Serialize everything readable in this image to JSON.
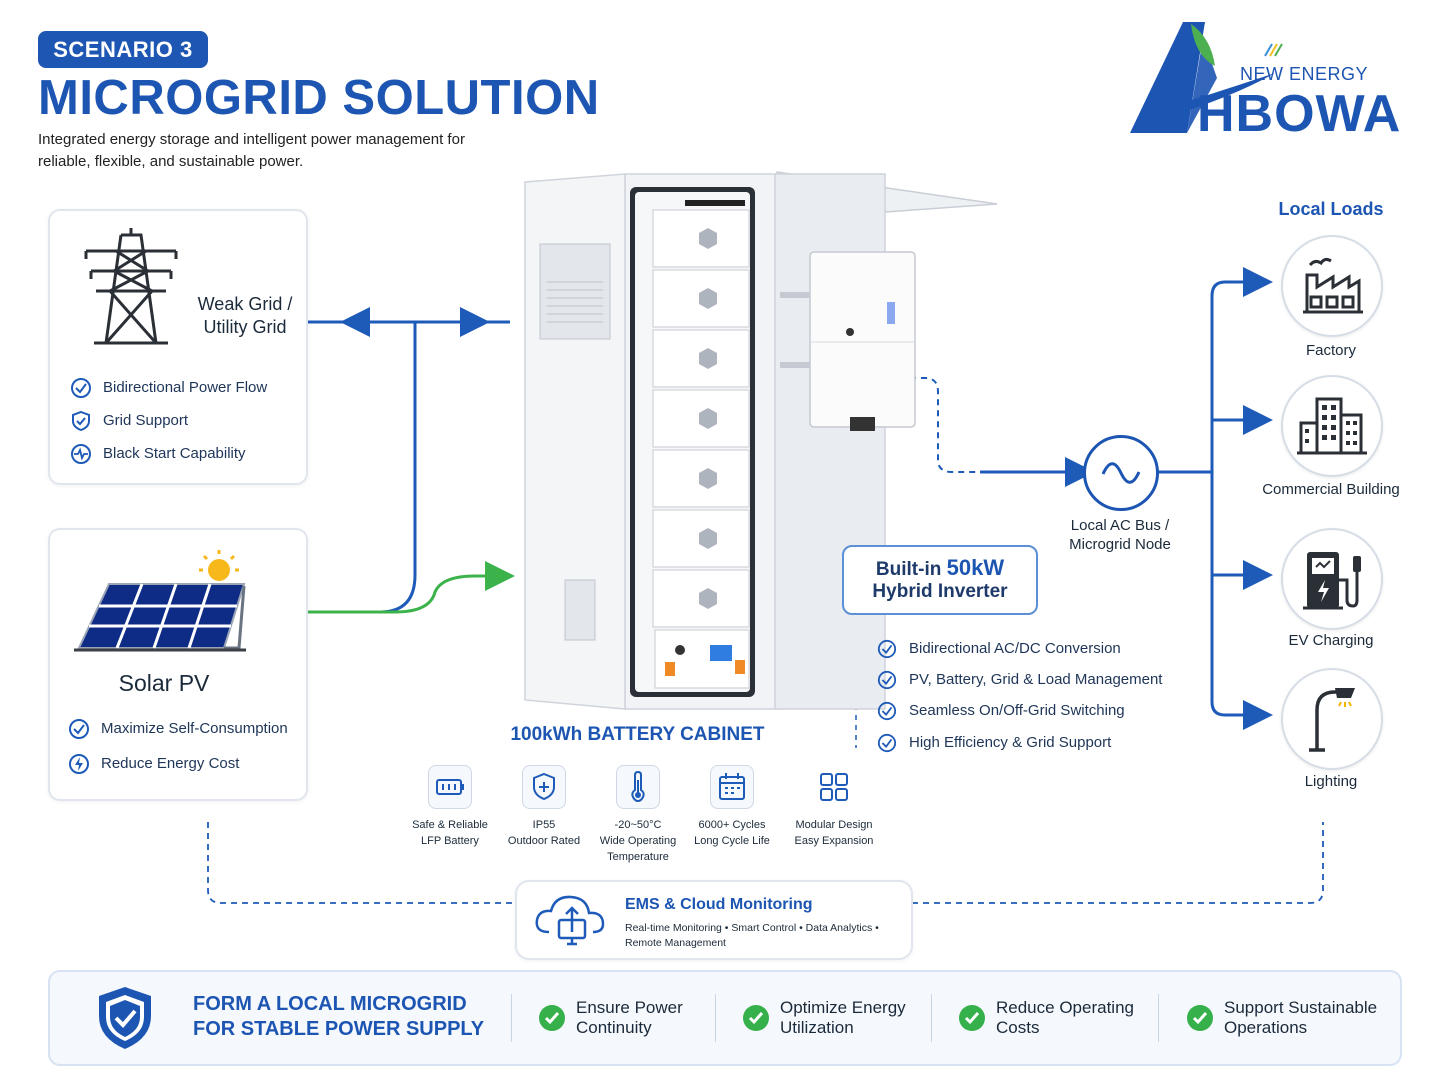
{
  "header": {
    "badge": "SCENARIO 3",
    "title": "MICROGRID SOLUTION",
    "subtitle": "Integrated energy storage and intelligent power management for reliable, flexible, and sustainable power."
  },
  "logo": {
    "tagline": "NEW ENERGY",
    "brand": "HBOWA"
  },
  "grid_card": {
    "title": "Weak Grid / Utility Grid",
    "features": [
      {
        "icon": "check-circle-icon",
        "label": "Bidirectional Power Flow"
      },
      {
        "icon": "shield-check-icon",
        "label": "Grid Support"
      },
      {
        "icon": "pulse-icon",
        "label": "Black Start Capability"
      }
    ]
  },
  "solar_card": {
    "title": "Solar PV",
    "features": [
      {
        "icon": "check-circle-icon",
        "label": "Maximize Self-Consumption"
      },
      {
        "icon": "lightning-circle-icon",
        "label": "Reduce Energy Cost"
      }
    ]
  },
  "cabinet": {
    "label": "100kWh BATTERY CABINET"
  },
  "inverter": {
    "label_prefix": "Built-in ",
    "label_power": "50kW",
    "label_line2": "Hybrid Inverter",
    "features": [
      "Bidirectional AC/DC Conversion",
      "PV, Battery, Grid & Load Management",
      "Seamless On/Off-Grid Switching",
      "High Efficiency & Grid Support"
    ]
  },
  "ac_bus": {
    "label": "Local AC Bus / Microgrid Node"
  },
  "loads": {
    "title": "Local Loads",
    "items": [
      {
        "icon": "factory-icon",
        "label": "Factory"
      },
      {
        "icon": "building-icon",
        "label": "Commercial Building"
      },
      {
        "icon": "ev-charger-icon",
        "label": "EV Charging"
      },
      {
        "icon": "street-lamp-icon",
        "label": "Lighting"
      }
    ]
  },
  "specs": [
    {
      "icon": "battery-icon",
      "line1": "Safe & Reliable",
      "line2": "LFP Battery",
      "line3": ""
    },
    {
      "icon": "shield-plus-icon",
      "line1": "IP55",
      "line2": "Outdoor Rated",
      "line3": ""
    },
    {
      "icon": "thermometer-icon",
      "line1": "-20~50°C",
      "line2": "Wide Operating",
      "line3": "Temperature"
    },
    {
      "icon": "calendar-icon",
      "line1": "6000+ Cycles",
      "line2": "Long Cycle Life",
      "line3": ""
    },
    {
      "icon": "modules-icon",
      "line1": "Modular Design",
      "line2": "Easy Expansion",
      "line3": ""
    }
  ],
  "ems": {
    "title": "EMS & Cloud Monitoring",
    "line1": "Real-time Monitoring • Smart Control • Data Analytics •",
    "line2": "Remote Management"
  },
  "bottom": {
    "headline1": "FORM A LOCAL MICROGRID",
    "headline2": "FOR STABLE POWER SUPPLY",
    "benefits": [
      {
        "line1": "Ensure Power",
        "line2": "Continuity"
      },
      {
        "line1": "Optimize Energy",
        "line2": "Utilization"
      },
      {
        "line1": "Reduce Operating",
        "line2": "Costs"
      },
      {
        "line1": "Support Sustainable",
        "line2": "Operations"
      }
    ]
  },
  "colors": {
    "primary_blue": "#1d55b2",
    "line_blue": "#1e5bb8",
    "solar_green": "#3cb34a",
    "check_green": "#35b04a",
    "logo_green": "#4caf50"
  }
}
